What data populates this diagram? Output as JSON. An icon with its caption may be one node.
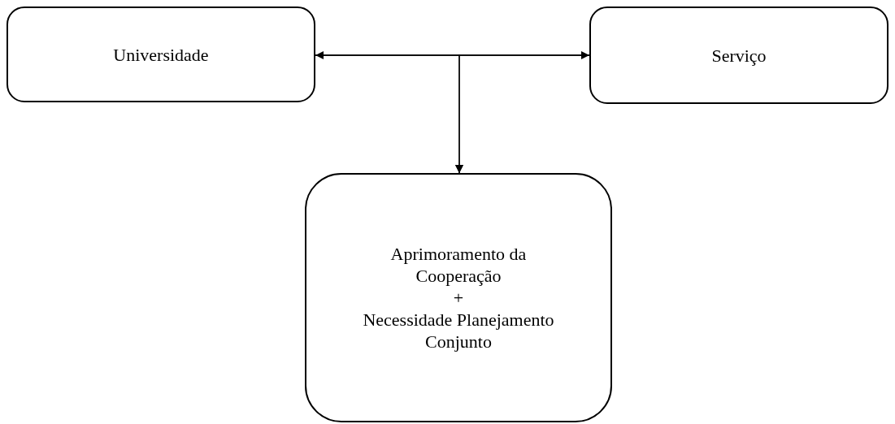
{
  "diagram": {
    "nodes": [
      {
        "text": [
          "Universidade"
        ]
      },
      {
        "text": [
          "Serviço"
        ]
      },
      {
        "text": [
          "Aprimoramento da Cooperação",
          "+",
          "Necessidade Planejamento Conjunto"
        ]
      }
    ],
    "edges": [
      {
        "from": 0,
        "to": 1,
        "arrow": "both"
      },
      {
        "from": 0,
        "to": 2,
        "arrow": "to"
      },
      {
        "from": 1,
        "to": 2,
        "arrow": "to"
      }
    ]
  }
}
